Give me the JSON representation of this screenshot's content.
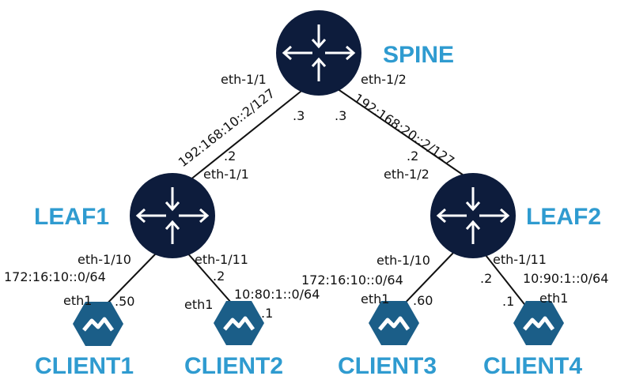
{
  "colors": {
    "router_fill": "#0d1c3c",
    "client_fill": "#1b5e88",
    "label_blue": "#2f9bd0",
    "link": "#111111"
  },
  "nodes": {
    "spine": {
      "label": "SPINE",
      "icon": "router-icon"
    },
    "leaf1": {
      "label": "LEAF1",
      "icon": "router-icon"
    },
    "leaf2": {
      "label": "LEAF2",
      "icon": "router-icon"
    },
    "client1": {
      "label": "CLIENT1",
      "icon": "mountain-hexagon-icon"
    },
    "client2": {
      "label": "CLIENT2",
      "icon": "mountain-hexagon-icon"
    },
    "client3": {
      "label": "CLIENT3",
      "icon": "mountain-hexagon-icon"
    },
    "client4": {
      "label": "CLIENT4",
      "icon": "mountain-hexagon-icon"
    }
  },
  "links": {
    "spine_leaf1": {
      "spine_port": "eth-1/1",
      "spine_host": ".3",
      "subnet": "192:168:10::2/127",
      "leaf_host": ".2",
      "leaf_port": "eth-1/1"
    },
    "spine_leaf2": {
      "spine_port": "eth-1/2",
      "spine_host": ".3",
      "subnet": "192:168:20::2/127",
      "leaf_host": ".2",
      "leaf_port": "eth-1/2"
    },
    "leaf1_client1": {
      "leaf_port": "eth-1/10",
      "subnet": "172:16:10::0/64",
      "client_port": "eth1",
      "client_host": ".50"
    },
    "leaf1_client2": {
      "leaf_port": "eth-1/11",
      "leaf_host": ".2",
      "subnet": "10:80:1::0/64",
      "client_port": "eth1",
      "client_host": ".1"
    },
    "leaf2_client3": {
      "leaf_port": "eth-1/10",
      "subnet": "172:16:10::0/64",
      "client_port": "eth1",
      "client_host": ".60"
    },
    "leaf2_client4": {
      "leaf_port": "eth-1/11",
      "leaf_host": ".2",
      "subnet": "10:90:1::0/64",
      "client_port": "eth1",
      "client_host": ".1"
    }
  }
}
